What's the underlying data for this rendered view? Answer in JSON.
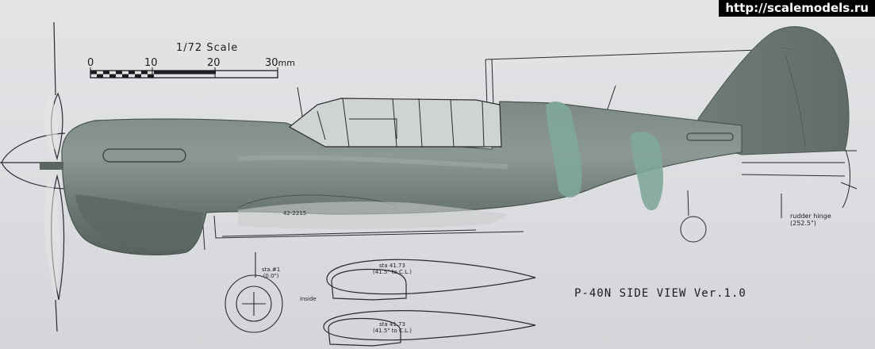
{
  "watermark": "http://scalemodels.ru",
  "scale": {
    "title": "1/72 Scale",
    "ticks": [
      "0",
      "10",
      "20",
      "30"
    ],
    "unit": "mm"
  },
  "drawing_title": "P-40N SIDE VIEW Ver.1.0",
  "labels": {
    "sta_zero": "sta.#1\n(0.0\")",
    "section_upper": "sta 41.73\n(41.5\" to C.L.)",
    "section_lower": "sta 41.73\n(41.5\" to C.L.)",
    "inside": "inside",
    "rudder_hinge": "rudder hinge\n(252.5\")",
    "serial": "42-2215"
  },
  "colors": {
    "paper": "#dcdde0",
    "model_gray_green": "#6b7872",
    "model_highlight": "#8a9690",
    "tape": "#7fa79a",
    "line": "#1d1d20"
  }
}
